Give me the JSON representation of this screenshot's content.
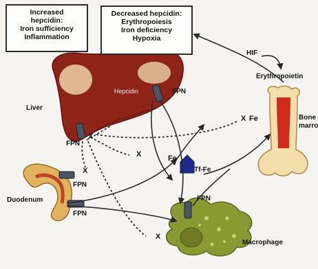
{
  "increased_hepcidin_box": {
    "line1": "Increased",
    "line2": "hepcidin:",
    "line3": "Iron sufficiency",
    "line4": "Inflammation"
  },
  "decreased_hepcidin_box": {
    "line1": "Decreased hepcidin:",
    "line2": "Erythropoiesis",
    "line3": "Iron deficiency",
    "line4": "Hypoxia"
  },
  "labels": {
    "hif": "HIF",
    "erythropoietin": "Erythropoietin",
    "liver": "Liver",
    "hepcidin": "Hepcidin",
    "fpn_liver_right": "FPN",
    "fpn_liver_bottom": "FPN",
    "fpn_duodenum_top": "FPN",
    "fpn_duodenum_bottom": "FPN",
    "fpn_macrophage": "FPN",
    "duodenum": "Duodenum",
    "macrophage": "Macrophage",
    "bone_marrow_line1": "Bone",
    "bone_marrow_line2": "marrow",
    "fe_bone": "Fe",
    "fe_center": "Fe",
    "tf_fe": "Tf-Fe",
    "x_liver": "X",
    "x_duodenum": "X",
    "x_center": "X",
    "x_bone": "X",
    "x_bottom": "X"
  },
  "colors": {
    "liver": "#8e2418",
    "liver_highlight": "#e8c9a0",
    "duodenum": "#e3b25e",
    "duodenum_inner": "#c0431f",
    "macrophage": "#8a9a33",
    "macrophage_nucleus": "#6f7a22",
    "bone": "#f4deaa",
    "bone_marrow": "#cf2a1c",
    "fpn": "#4a5466",
    "transferrin": "#1f2a8c",
    "arrow": "#2a2a2a"
  }
}
